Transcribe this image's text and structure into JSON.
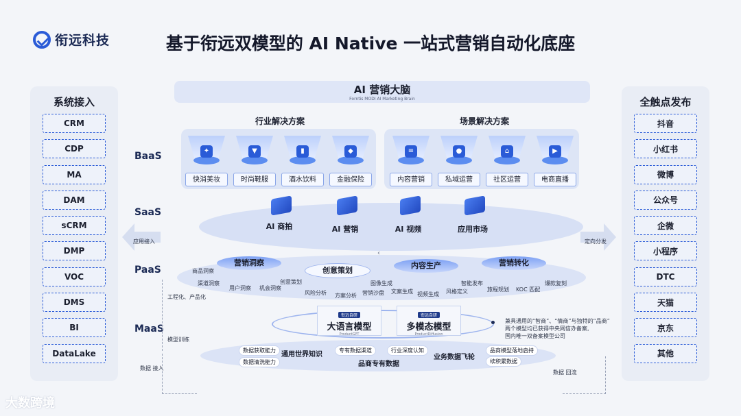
{
  "brand": {
    "logo_text": "衔远科技"
  },
  "title": "基于衔远双模型的 AI Native 一站式营销自动化底座",
  "left_panel": {
    "title": "系统接入",
    "items": [
      "CRM",
      "CDP",
      "MA",
      "DAM",
      "sCRM",
      "DMP",
      "VOC",
      "DMS",
      "BI",
      "DataLake"
    ],
    "arrow_label": "应用接入"
  },
  "right_panel": {
    "title": "全触点发布",
    "items": [
      "抖音",
      "小红书",
      "微博",
      "公众号",
      "企微",
      "小程序",
      "DTC",
      "天猫",
      "京东",
      "其他"
    ],
    "arrow_label": "定向分发"
  },
  "brain": {
    "title": "AI 营销大脑",
    "subtitle": "Forntis MODI AI Marketing Brain"
  },
  "layers": {
    "baas": "BaaS",
    "saas": "SaaS",
    "paas": "PaaS",
    "maas": "MaaS"
  },
  "side_notes": {
    "engineering": "工程化、产品化",
    "training": "模型训练",
    "data_in": "数据 接入",
    "data_back": "数据 回流"
  },
  "industry": {
    "title": "行业解决方案",
    "cards": [
      "快消美妆",
      "时尚鞋服",
      "酒水饮料",
      "金融保险"
    ]
  },
  "scenario": {
    "title": "场景解决方案",
    "cards": [
      "内容营销",
      "私域运营",
      "社区运营",
      "电商直播"
    ]
  },
  "saas": {
    "items": [
      "AI 商拍",
      "AI 营销",
      "AI 视频",
      "应用市场"
    ]
  },
  "paas": {
    "modules": [
      "营销洞察",
      "创意策划",
      "内容生产",
      "营销转化"
    ],
    "tags": [
      "商品洞察",
      "渠道洞察",
      "用户洞察",
      "机会洞察",
      "创意策划",
      "风险分析",
      "方案分析",
      "图像生成",
      "营销沙盘",
      "文案生成",
      "视频生成",
      "智能发布",
      "风格定义",
      "旅程规划",
      "KOC 匹配",
      "爆款复刻"
    ]
  },
  "maas": {
    "models": [
      {
        "tag": "衔远自研",
        "name": "大语言模型",
        "sub": "ProductGPT"
      },
      {
        "tag": "衔远自研",
        "name": "多模态模型",
        "sub": "ProductDiffusion"
      }
    ],
    "note": [
      "兼具通用的“智商”、“情商”与独特的“品商”",
      "两个模型均已获得中央网信办备案,",
      "国内唯一双备案模型公司"
    ]
  },
  "data_layer": {
    "tags": [
      "数据获取能力",
      "数据清洗能力",
      "专有数据渠道",
      "行业深度认知",
      "品商模型落地启持",
      "续积累数据"
    ],
    "labels": [
      "通用世界知识",
      "品商专有数据",
      "业务数据飞轮"
    ]
  },
  "watermark": "大数跨境"
}
